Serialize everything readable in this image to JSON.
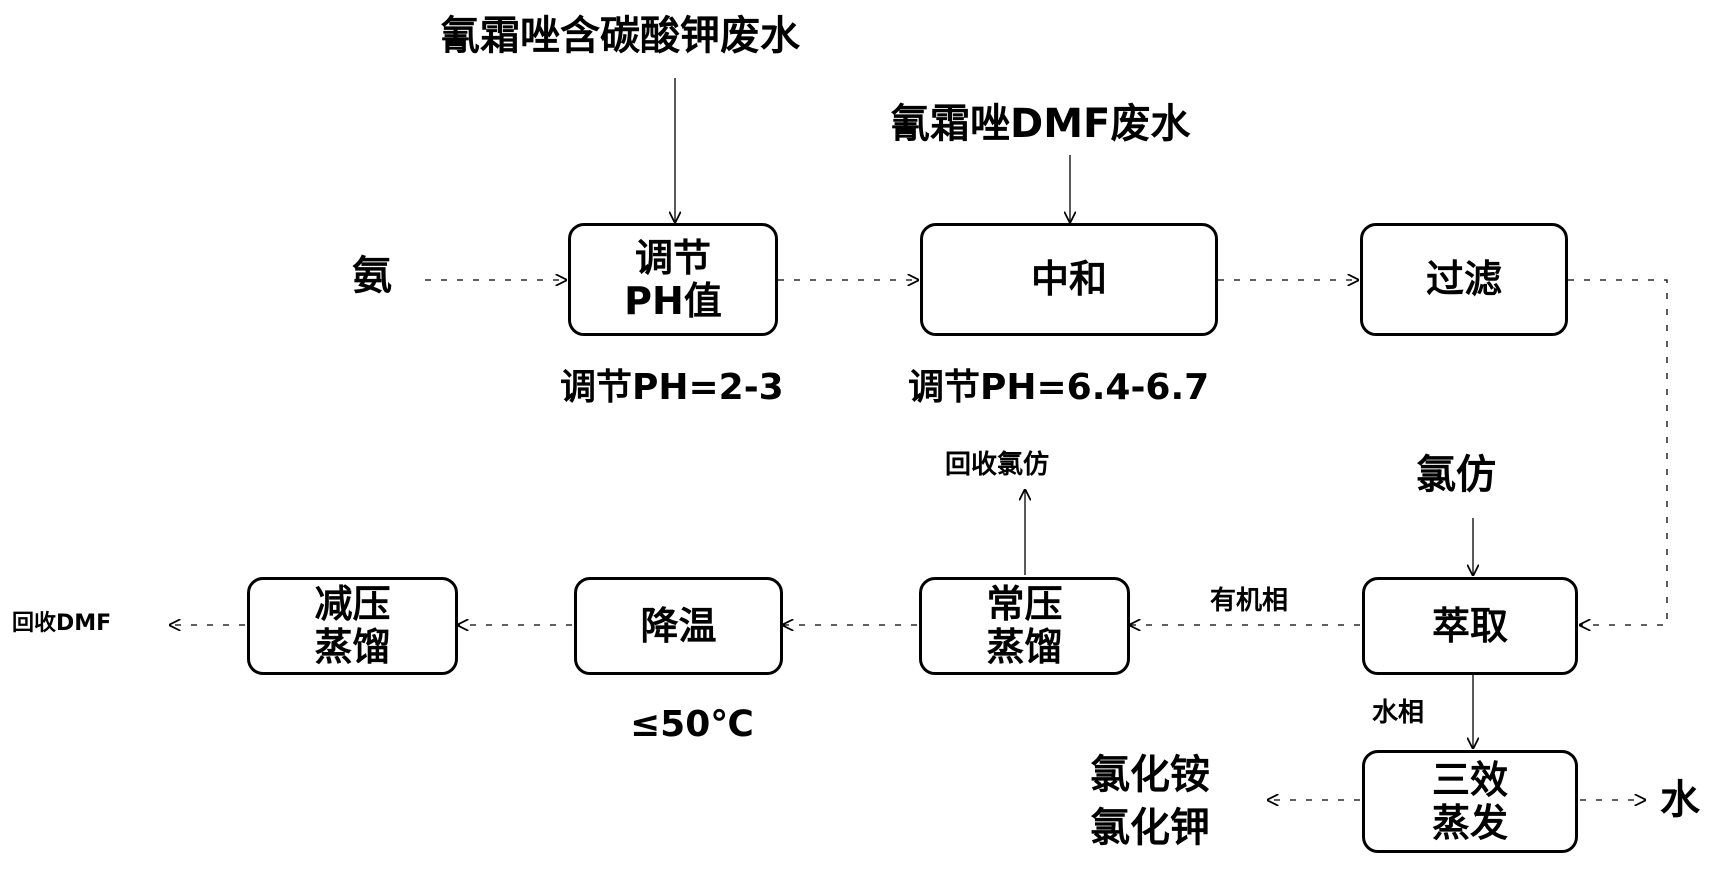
{
  "inputs": {
    "carbonate_wastewater": "氰霜唑含碳酸钾废水",
    "dmf_wastewater": "氰霜唑DMF废水",
    "ammonia": "氨",
    "chloroform": "氯仿"
  },
  "boxes": {
    "adjust_ph": [
      "调节",
      "PH值"
    ],
    "neutralize": [
      "中和"
    ],
    "filter": [
      "过滤"
    ],
    "extract": [
      "萃取"
    ],
    "atm_distill": [
      "常压",
      "蒸馏"
    ],
    "cool": [
      "降温"
    ],
    "vacuum_distill": [
      "减压",
      "蒸馏"
    ],
    "triple_evap": [
      "三效",
      "蒸发"
    ]
  },
  "notes": {
    "ph_2_3": "调节PH=2-3",
    "ph_6_4_6_7": "调节PH=6.4-6.7",
    "recover_chloroform": "回收氯仿",
    "organic_phase": "有机相",
    "aqueous_phase": "水相",
    "temp": "≤50℃"
  },
  "outputs": {
    "recover_dmf": "回收DMF",
    "ammonium_chloride": "氯化铵",
    "potassium_chloride": "氯化钾",
    "water": "水"
  },
  "colors": {
    "line": "#000000",
    "background": "#ffffff"
  }
}
